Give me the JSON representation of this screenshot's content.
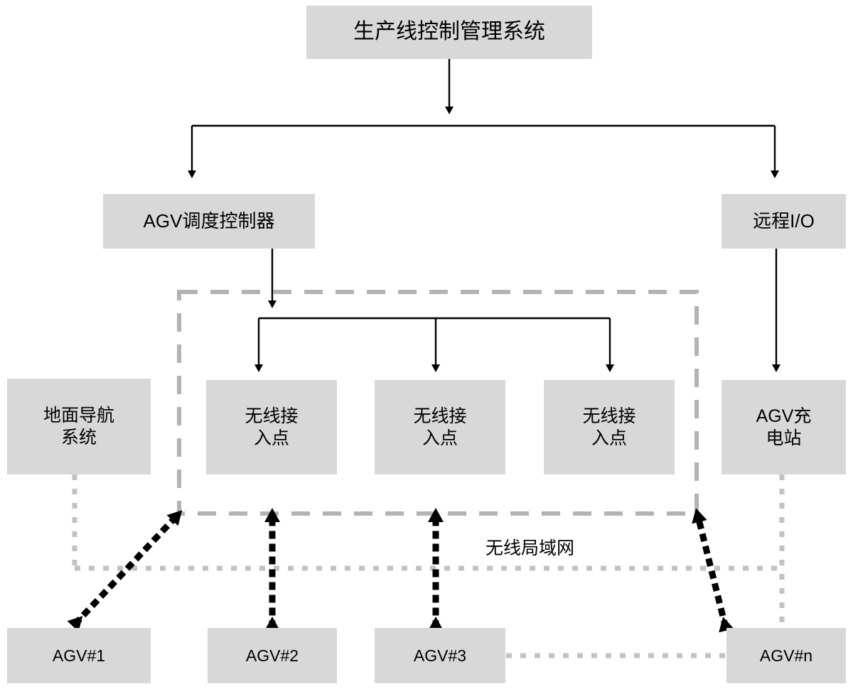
{
  "diagram": {
    "title_node": {
      "label": "生产线控制管理系统"
    },
    "controllers": [
      {
        "name": "agv-scheduling-controller",
        "label": "AGV调度控制器"
      },
      {
        "name": "remote-io",
        "label": "远程I/O"
      }
    ],
    "mid_nodes": [
      {
        "name": "ground-navigation-system",
        "label": "地面导航\n系统"
      },
      {
        "name": "wireless-access-point-1",
        "label": "无线接\n入点"
      },
      {
        "name": "wireless-access-point-2",
        "label": "无线接\n入点"
      },
      {
        "name": "wireless-access-point-3",
        "label": "无线接\n入点"
      },
      {
        "name": "agv-charging-station",
        "label": "AGV充\n电站"
      }
    ],
    "wlan_region_label": "无线局域网",
    "agv_nodes": [
      {
        "name": "agv-1",
        "label": "AGV#1"
      },
      {
        "name": "agv-2",
        "label": "AGV#2"
      },
      {
        "name": "agv-3",
        "label": "AGV#3"
      },
      {
        "name": "agv-n",
        "label": "AGV#n"
      }
    ],
    "colors": {
      "node_fill": "#d8d8d8",
      "solid_line": "#000000",
      "dashed_region": "#b3b3b3",
      "dotted_gray": "#bfbfbf",
      "dotted_black": "#000000",
      "background": "#ffffff"
    }
  }
}
